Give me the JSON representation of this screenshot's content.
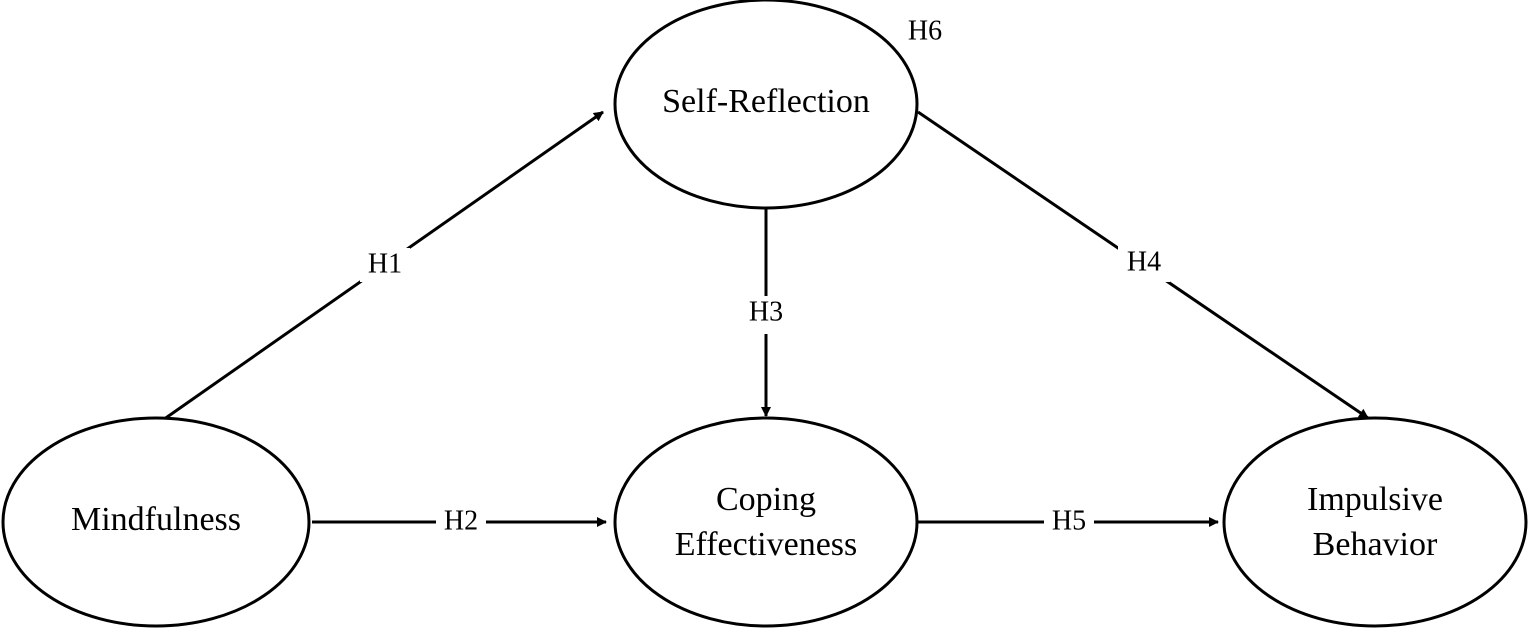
{
  "diagram": {
    "nodes": [
      {
        "id": "self_reflection",
        "lines": [
          "Self-Reflection"
        ]
      },
      {
        "id": "mindfulness",
        "lines": [
          "Mindfulness"
        ]
      },
      {
        "id": "coping",
        "lines": [
          "Coping",
          "Effectiveness"
        ]
      },
      {
        "id": "impulsive",
        "lines": [
          "Impulsive",
          "Behavior"
        ]
      }
    ],
    "edges": [
      {
        "id": "h1",
        "from": "mindfulness",
        "to": "self_reflection",
        "label": "H1"
      },
      {
        "id": "h2",
        "from": "mindfulness",
        "to": "coping",
        "label": "H2"
      },
      {
        "id": "h3",
        "from": "self_reflection",
        "to": "coping",
        "label": "H3"
      },
      {
        "id": "h4",
        "from": "self_reflection",
        "to": "impulsive",
        "label": "H4"
      },
      {
        "id": "h5",
        "from": "coping",
        "to": "impulsive",
        "label": "H5"
      }
    ],
    "annotations": [
      {
        "id": "h6",
        "text": "H6"
      }
    ]
  }
}
